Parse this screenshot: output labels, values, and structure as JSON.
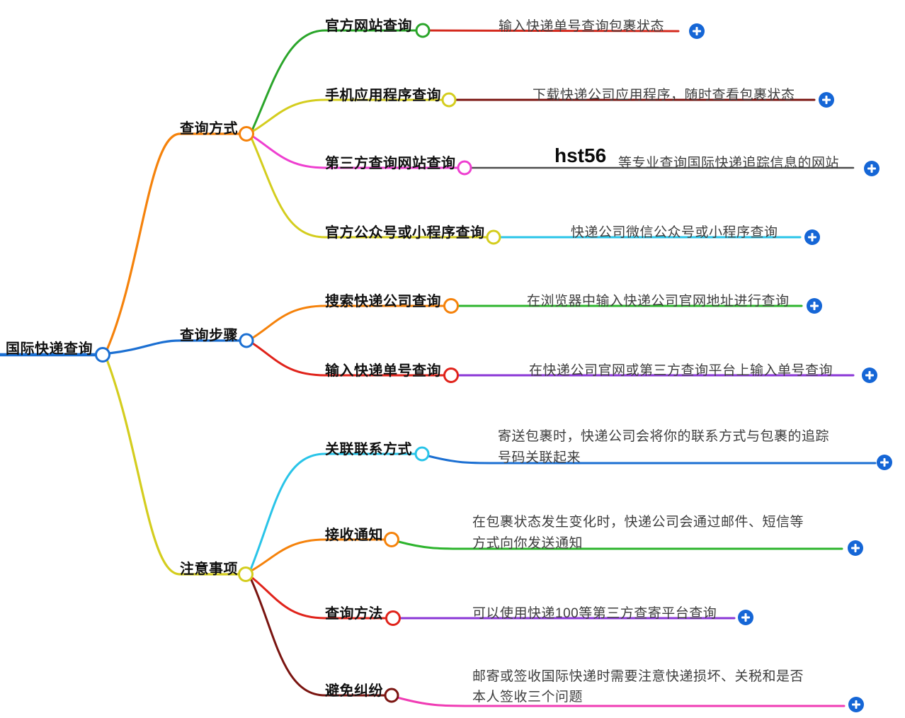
{
  "root": {
    "label": "国际快递查询"
  },
  "branches": [
    {
      "label": "查询方式",
      "children": [
        {
          "label": "官方网站查询",
          "detail": "输入快递单号查询包裹状态"
        },
        {
          "label": "手机应用程序查询",
          "detail": "下载快递公司应用程序，随时查看包裹状态"
        },
        {
          "label": "第三方查询网站查询",
          "highlight": "hst56",
          "detail": "等专业查询国际快递追踪信息的网站"
        },
        {
          "label": "官方公众号或小程序查询",
          "detail": "快递公司微信公众号或小程序查询"
        }
      ]
    },
    {
      "label": "查询步骤",
      "children": [
        {
          "label": "搜索快递公司查询",
          "detail": "在浏览器中输入快递公司官网地址进行查询"
        },
        {
          "label": "输入快递单号查询",
          "detail": "在快递公司官网或第三方查询平台上输入单号查询"
        }
      ]
    },
    {
      "label": "注意事项",
      "children": [
        {
          "label": "关联联系方式",
          "detail": "寄送包裹时，快递公司会将你的联系方式与包裹的追踪号码关联起来"
        },
        {
          "label": "接收通知",
          "detail": "在包裹状态发生变化时，快递公司会通过邮件、短信等方式向你发送通知"
        },
        {
          "label": "查询方法",
          "detail": "可以使用快递100等第三方查寄平台查询"
        },
        {
          "label": "避免纠纷",
          "detail": "邮寄或签收国际快递时需要注意快递损坏、关税和是否本人签收三个问题"
        }
      ]
    }
  ],
  "colors": {
    "root_blue": "#1b6fd2",
    "orange": "#f5820b",
    "yellow": "#d4cd1e",
    "green": "#2aa52a",
    "magenta": "#ee3fd0",
    "red": "#e0231b",
    "dark_red": "#7a1410",
    "gray": "#4d4d4d",
    "cyan": "#29c4e8",
    "purple": "#8a36d6",
    "detail_green": "#2db42d",
    "link_blue": "#1b6fd2",
    "pink": "#f03cb4",
    "plus_blue": "#1566d6"
  }
}
